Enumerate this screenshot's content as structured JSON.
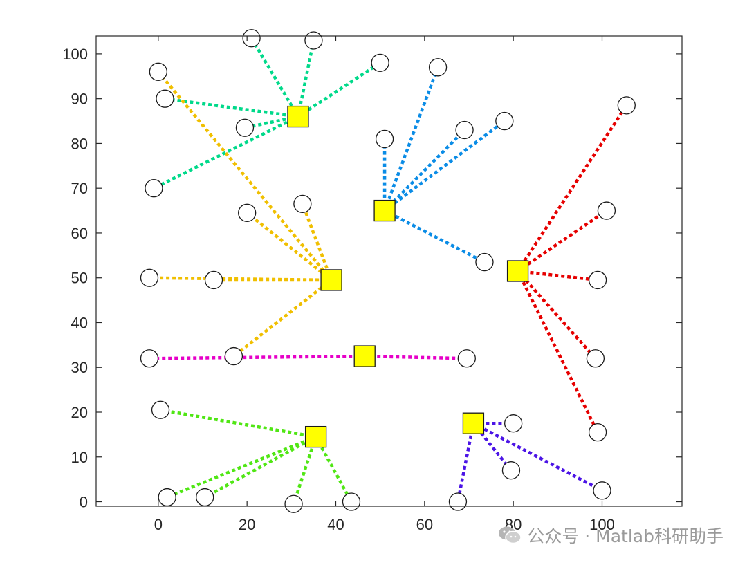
{
  "chart_data": {
    "type": "scatter",
    "title": "",
    "xlabel": "",
    "ylabel": "",
    "xlim": [
      -14,
      118
    ],
    "ylim": [
      -1,
      104
    ],
    "xticks": [
      0,
      20,
      40,
      60,
      80,
      100
    ],
    "yticks": [
      0,
      10,
      20,
      30,
      40,
      50,
      60,
      70,
      80,
      90,
      100
    ],
    "grid": false,
    "clusters": [
      {
        "color": "#00d98a",
        "center": [
          31.5,
          86
        ],
        "points": [
          [
            21,
            103.5
          ],
          [
            35,
            103
          ],
          [
            50,
            98
          ],
          [
            1.5,
            90
          ],
          [
            19.5,
            83.5
          ],
          [
            -1,
            70
          ]
        ]
      },
      {
        "color": "#f0bf00",
        "center": [
          39,
          49.5
        ],
        "points": [
          [
            0,
            96
          ],
          [
            20,
            64.5
          ],
          [
            32.5,
            66.5
          ],
          [
            -2,
            50
          ],
          [
            12.5,
            49.5
          ],
          [
            17,
            32.5
          ]
        ]
      },
      {
        "color": "#0a8ce6",
        "center": [
          51,
          65
        ],
        "points": [
          [
            51,
            81
          ],
          [
            63,
            97
          ],
          [
            69,
            83
          ],
          [
            78,
            85
          ],
          [
            73.5,
            53.5
          ]
        ]
      },
      {
        "color": "#e60000",
        "center": [
          81,
          51.5
        ],
        "points": [
          [
            105.5,
            88.5
          ],
          [
            101,
            65
          ],
          [
            99,
            49.5
          ],
          [
            98.5,
            32
          ],
          [
            99,
            15.5
          ]
        ]
      },
      {
        "color": "#e600c8",
        "center": [
          46.5,
          32.5
        ],
        "points": [
          [
            -2,
            32
          ],
          [
            69.5,
            32
          ]
        ]
      },
      {
        "color": "#50e614",
        "center": [
          35.5,
          14.5
        ],
        "points": [
          [
            0.5,
            20.5
          ],
          [
            2,
            1
          ],
          [
            10.5,
            1
          ],
          [
            30.5,
            -0.5
          ],
          [
            43.5,
            0
          ]
        ]
      },
      {
        "color": "#4b14e6",
        "center": [
          71,
          17.5
        ],
        "points": [
          [
            80,
            17.5
          ],
          [
            79.5,
            7
          ],
          [
            100,
            2.5
          ],
          [
            67.5,
            0
          ]
        ]
      }
    ]
  },
  "watermark": {
    "text": "公众号 · Matlab科研助手",
    "icon": "wechat-icon"
  }
}
